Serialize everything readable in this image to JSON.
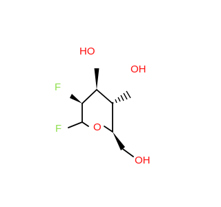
{
  "molecule": {
    "atoms": {
      "ho_c4": "HO",
      "oh_c3": "OH",
      "f_c5": "F",
      "f_c6": "F",
      "ring_o": "O",
      "oh_ch2": "OH"
    },
    "colors": {
      "bond": "#000000",
      "oxygen": "#ff0d0d",
      "fluorine": "#90e050"
    }
  }
}
